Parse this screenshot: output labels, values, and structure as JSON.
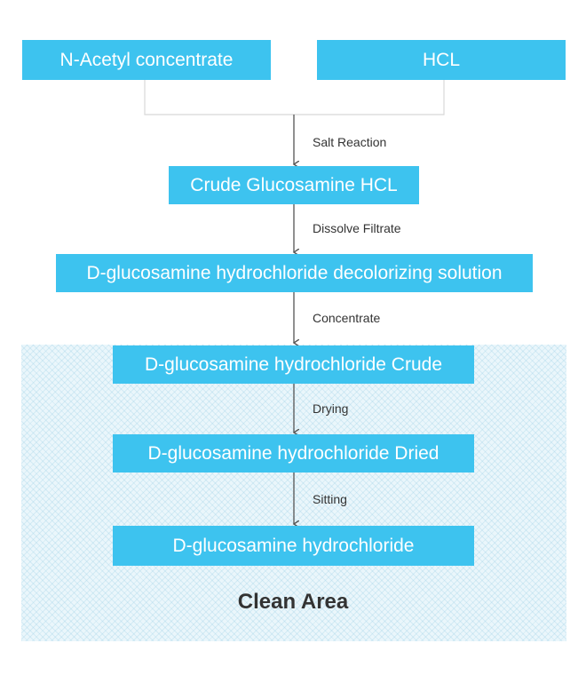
{
  "inputs": {
    "acetyl": "N-Acetyl concentrate",
    "hcl": "HCL"
  },
  "steps": [
    "Crude Glucosamine HCL",
    "D-glucosamine hydrochloride decolorizing solution",
    "D-glucosamine hydrochloride Crude",
    "D-glucosamine hydrochloride Dried",
    "D-glucosamine hydrochloride"
  ],
  "processes": [
    "Salt Reaction",
    "Dissolve Filtrate",
    "Concentrate",
    "Drying",
    "Sitting"
  ],
  "zone_label": "Clean Area",
  "colors": {
    "box_fill": "#3dc3ef",
    "box_text": "#ffffff",
    "arrow": "#555555",
    "clean_area": "#eaf6fb"
  }
}
